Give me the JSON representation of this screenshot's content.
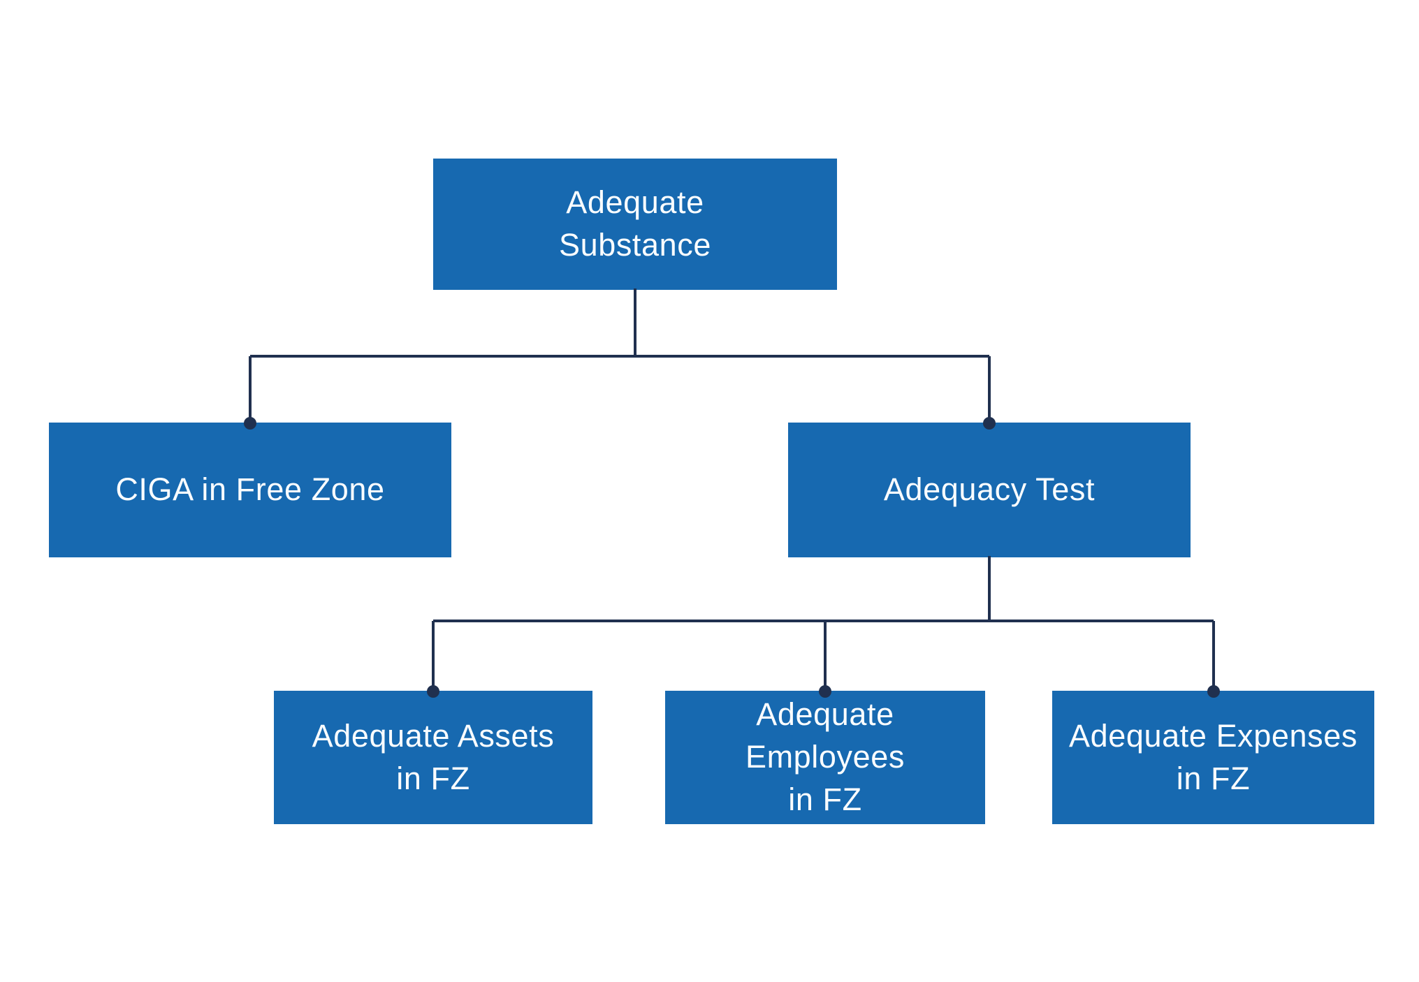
{
  "diagram": {
    "nodes": [
      {
        "id": "adequate-substance",
        "lines": [
          "Adequate",
          "Substance"
        ]
      },
      {
        "id": "ciga-free-zone",
        "lines": [
          "CIGA in Free Zone"
        ]
      },
      {
        "id": "adequacy-test",
        "lines": [
          "Adequacy Test"
        ]
      },
      {
        "id": "adequate-assets",
        "lines": [
          "Adequate Assets",
          "in FZ"
        ]
      },
      {
        "id": "adequate-employees",
        "lines": [
          "Adequate",
          "Employees",
          "in FZ"
        ]
      },
      {
        "id": "adequate-expenses",
        "lines": [
          "Adequate Expenses",
          "in FZ"
        ]
      }
    ],
    "edges": [
      {
        "from": "adequate-substance",
        "to": "ciga-free-zone"
      },
      {
        "from": "adequate-substance",
        "to": "adequacy-test"
      },
      {
        "from": "adequacy-test",
        "to": "adequate-assets"
      },
      {
        "from": "adequacy-test",
        "to": "adequate-employees"
      },
      {
        "from": "adequacy-test",
        "to": "adequate-expenses"
      }
    ],
    "colors": {
      "node_fill": "#1769b0",
      "node_text": "#fafdff",
      "connector": "#20304f",
      "background": "#ffffff"
    }
  }
}
